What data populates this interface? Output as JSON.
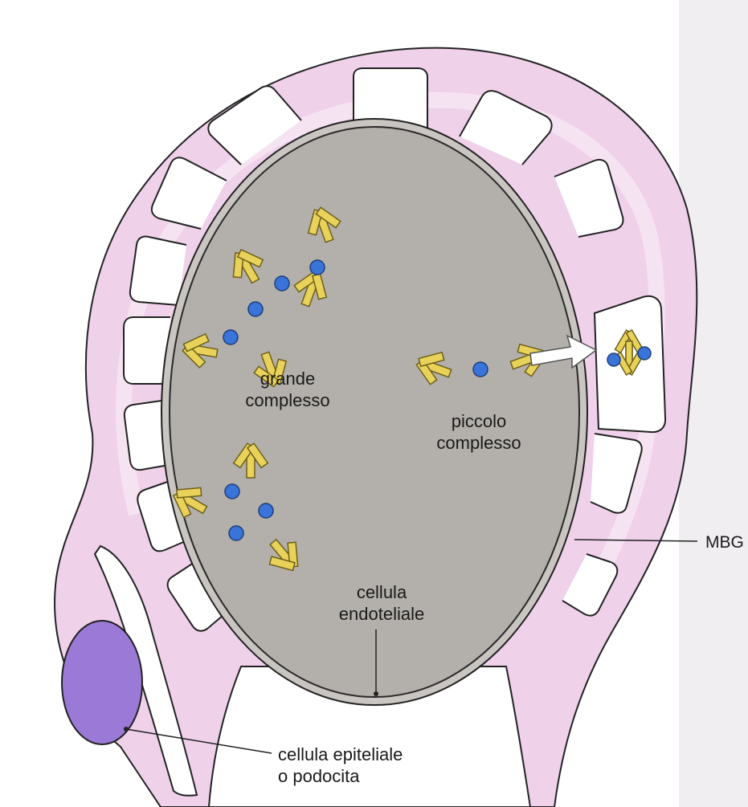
{
  "labels": {
    "large_complex_line1": "grande",
    "large_complex_line2": "complesso",
    "small_complex_line1": "piccolo",
    "small_complex_line2": "complesso",
    "endothelial_line1": "cellula",
    "endothelial_line2": "endoteliale",
    "podocyte_line1": "cellula epiteliale",
    "podocyte_line2": "o podocita",
    "mbg": "MBG"
  },
  "colors": {
    "podocyte_fill": "#efd1ea",
    "endothelial_fill": "#b3b0ab",
    "nucleus_fill": "#9b79d6",
    "antibody": "#e9d25a",
    "antigen": "#3a74d9",
    "outline": "#222222"
  }
}
